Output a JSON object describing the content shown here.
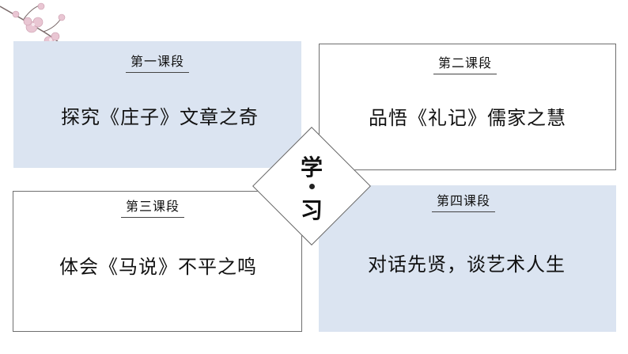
{
  "sections": [
    {
      "stage": "第一课段",
      "title": "探究《庄子》文章之奇"
    },
    {
      "stage": "第二课段",
      "title": "品悟《礼记》儒家之慧"
    },
    {
      "stage": "第三课段",
      "title": "体会《马说》不平之鸣"
    },
    {
      "stage": "第四课段",
      "title": "对话先贤，谈艺术人生"
    }
  ],
  "center": {
    "top_char": "学",
    "bottom_char": "习"
  },
  "colors": {
    "fill": "#dbe4f1",
    "border": "#6f6f6f",
    "text": "#111111"
  },
  "decoration": {
    "icon": "plum-blossom-branch-icon"
  }
}
